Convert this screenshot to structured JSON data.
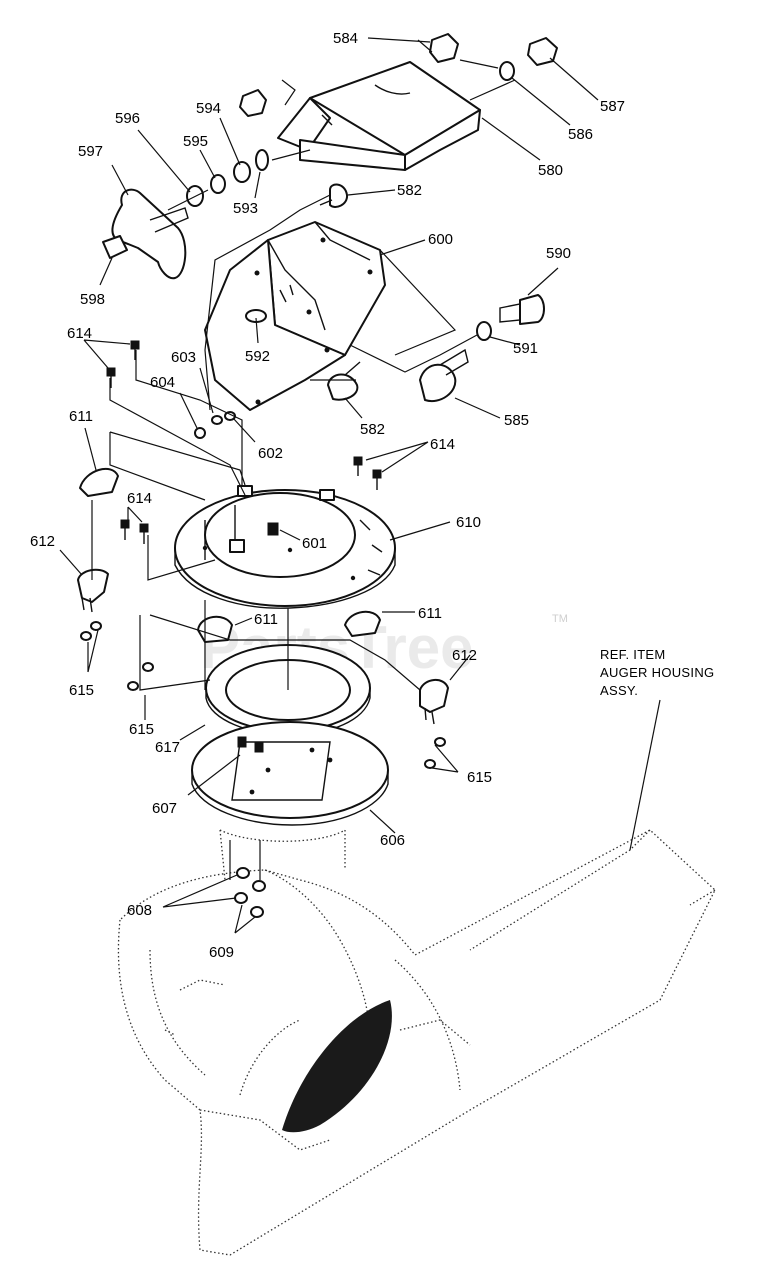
{
  "callouts": [
    "584",
    "587",
    "586",
    "580",
    "596",
    "594",
    "595",
    "597",
    "593",
    "582",
    "600",
    "598",
    "590",
    "614",
    "603",
    "591",
    "592",
    "604",
    "582",
    "585",
    "602",
    "611",
    "614",
    "610",
    "614",
    "601",
    "612",
    "611",
    "611",
    "615",
    "612",
    "615",
    "617",
    "607",
    "615",
    "606",
    "608",
    "609"
  ],
  "reference_note": [
    "REF. ITEM",
    "AUGER HOUSING",
    "ASSY."
  ],
  "watermark": {
    "text": "PartsTree",
    "trademark": "TM"
  }
}
